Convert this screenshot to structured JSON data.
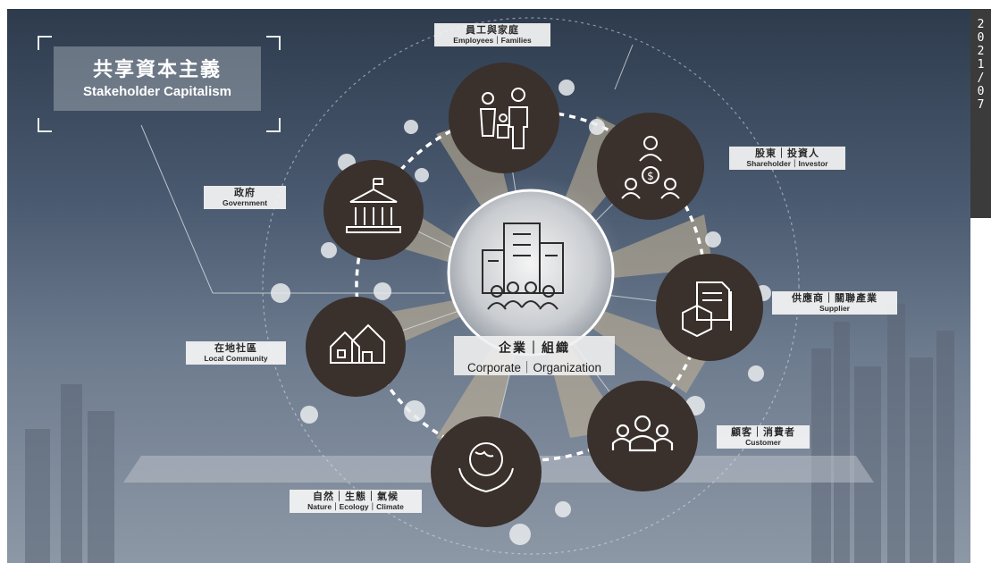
{
  "title": {
    "zh": "共享資本主義",
    "en": "Stakeholder Capitalism"
  },
  "date_vertical": [
    "2",
    "0",
    "2",
    "1",
    "/",
    "0",
    "7"
  ],
  "center": {
    "zh": "企業｜組織",
    "en": "Corporate｜Organization"
  },
  "stakeholders": [
    {
      "zh": "員工與家庭",
      "en": "Employees｜Families",
      "icon": "family-icon"
    },
    {
      "zh": "股東｜投資人",
      "en": "Shareholder｜Investor",
      "icon": "investor-network-icon"
    },
    {
      "zh": "供應商｜關聯產業",
      "en": "Supplier",
      "icon": "supplier-package-icon"
    },
    {
      "zh": "顧客｜消費者",
      "en": "Customer",
      "icon": "customer-group-icon"
    },
    {
      "zh": "自然｜生態｜氣候",
      "en": "Nature｜Ecology｜Climate",
      "icon": "earth-hands-icon"
    },
    {
      "zh": "在地社區",
      "en": "Local Community",
      "icon": "houses-icon"
    },
    {
      "zh": "政府",
      "en": "Government",
      "icon": "government-building-icon"
    }
  ],
  "colors": {
    "node": "#3a302c",
    "accent_rays": "#c8b696",
    "label_bg": "#f2f2f2",
    "date_panel": "#3b3b3b"
  }
}
